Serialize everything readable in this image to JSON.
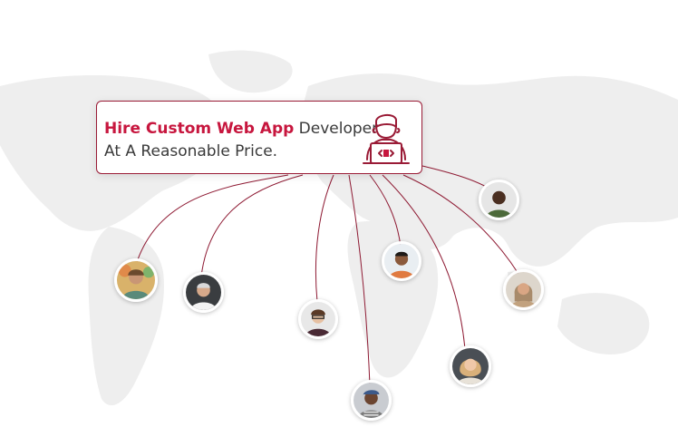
{
  "card": {
    "highlight": "Hire Custom Web App",
    "rest_line1": " Developer",
    "line2": "At A Reasonable Price."
  },
  "icons": {
    "developer": "developer-laptop-icon",
    "map": "world-map-icon"
  },
  "colors": {
    "accent": "#c7163e",
    "border": "#9a1b36",
    "line": "#8e1a33",
    "map": "#eeeeee"
  }
}
